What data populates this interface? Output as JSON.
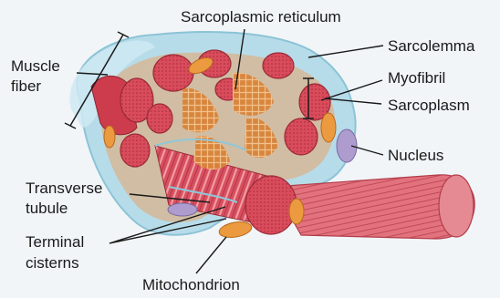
{
  "labels": {
    "sarcoplasmic_reticulum": "Sarcoplasmic reticulum",
    "muscle_fiber_line1": "Muscle",
    "muscle_fiber_line2": "fiber",
    "sarcolemma": "Sarcolemma",
    "myofibril": "Myofibril",
    "sarcoplasm": "Sarcoplasm",
    "nucleus": "Nucleus",
    "transverse_tubule_line1": "Transverse",
    "transverse_tubule_line2": "tubule",
    "terminal_cisterns_line1": "Terminal",
    "terminal_cisterns_line2": "cisterns",
    "mitochondrion": "Mitochondrion"
  },
  "colors": {
    "background": "#f1f5f8",
    "sarcolemma_blue": "#9fd0e2",
    "myofibril_red": "#cf4656",
    "myofibril_light": "#e07b84",
    "reticulum_orange": "#e39a4c",
    "nucleus_purple": "#a99ac9",
    "leader_line": "#1a1a1a"
  }
}
